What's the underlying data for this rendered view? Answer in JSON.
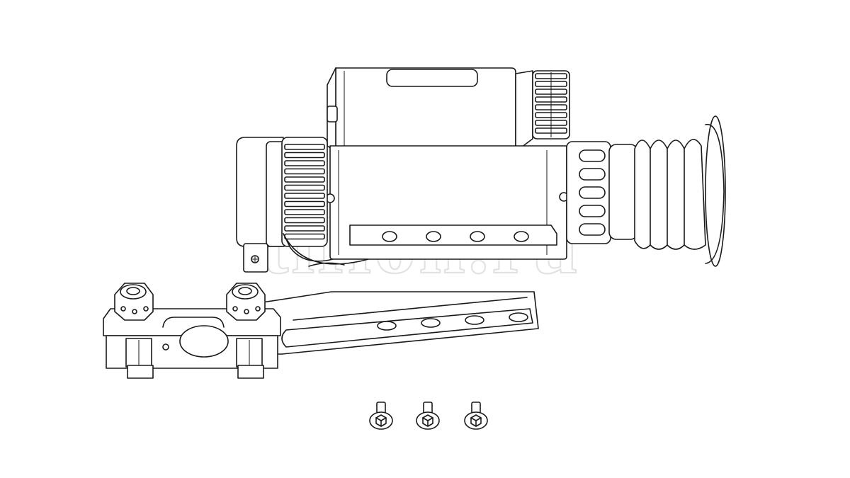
{
  "image": {
    "background": "#ffffff",
    "line_color": "#1a1a1a",
    "watermark_color": "#e2e2e2"
  },
  "watermark": {
    "text": "tiflon.ru"
  },
  "components": [
    {
      "name": "monocular",
      "icon": "thermal-monocular-line-drawing"
    },
    {
      "name": "mounting-bracket",
      "icon": "rail-mount-bracket-line-drawing"
    },
    {
      "name": "screws",
      "icon": "hex-socket-screw",
      "count": 3
    }
  ]
}
